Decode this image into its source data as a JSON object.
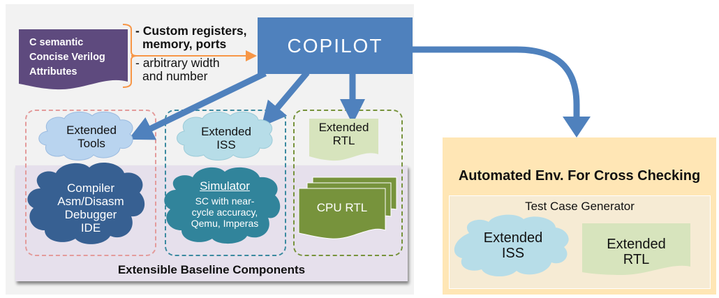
{
  "input_spec": {
    "lines": [
      "C semantic",
      "Concise Verilog",
      "Attributes"
    ],
    "color": "#5e4a7e"
  },
  "features": {
    "bullet1_line1": "- Custom registers,",
    "bullet1_line2": "memory, ports",
    "bullet2_line1": "- arbitrary width",
    "bullet2_line2": "and number"
  },
  "copilot": {
    "label": "COPILOT",
    "color": "#4f81bd"
  },
  "groups": {
    "tools": {
      "extended": [
        "Extended",
        "Tools"
      ],
      "baseline": [
        "Compiler",
        "Asm/Disasm",
        "Debugger",
        "IDE"
      ]
    },
    "iss": {
      "extended": [
        "Extended",
        "ISS"
      ],
      "baseline_title": "Simulator",
      "baseline": [
        "SC with near-",
        "cycle accuracy,",
        "Qemu, Imperas"
      ]
    },
    "rtl": {
      "extended": [
        "Extended",
        "RTL"
      ],
      "baseline": [
        "CPU RTL"
      ]
    }
  },
  "baseline_label": "Extensible Baseline Components",
  "automated": {
    "title": "Automated Env. For Cross Checking",
    "generator": "Test Case Generator",
    "iss": [
      "Extended",
      "ISS"
    ],
    "rtl": [
      "Extended",
      "RTL"
    ]
  },
  "colors": {
    "arrow": "#4f81bd",
    "bracket": "#f79646",
    "cloud_light_blue": "#b9d4ef",
    "cloud_cyan": "#b7dde8",
    "cloud_dark_blue": "#376092",
    "cloud_teal": "#31849b",
    "doc_light_green": "#d7e4bd",
    "doc_dark_green": "#77933c"
  }
}
